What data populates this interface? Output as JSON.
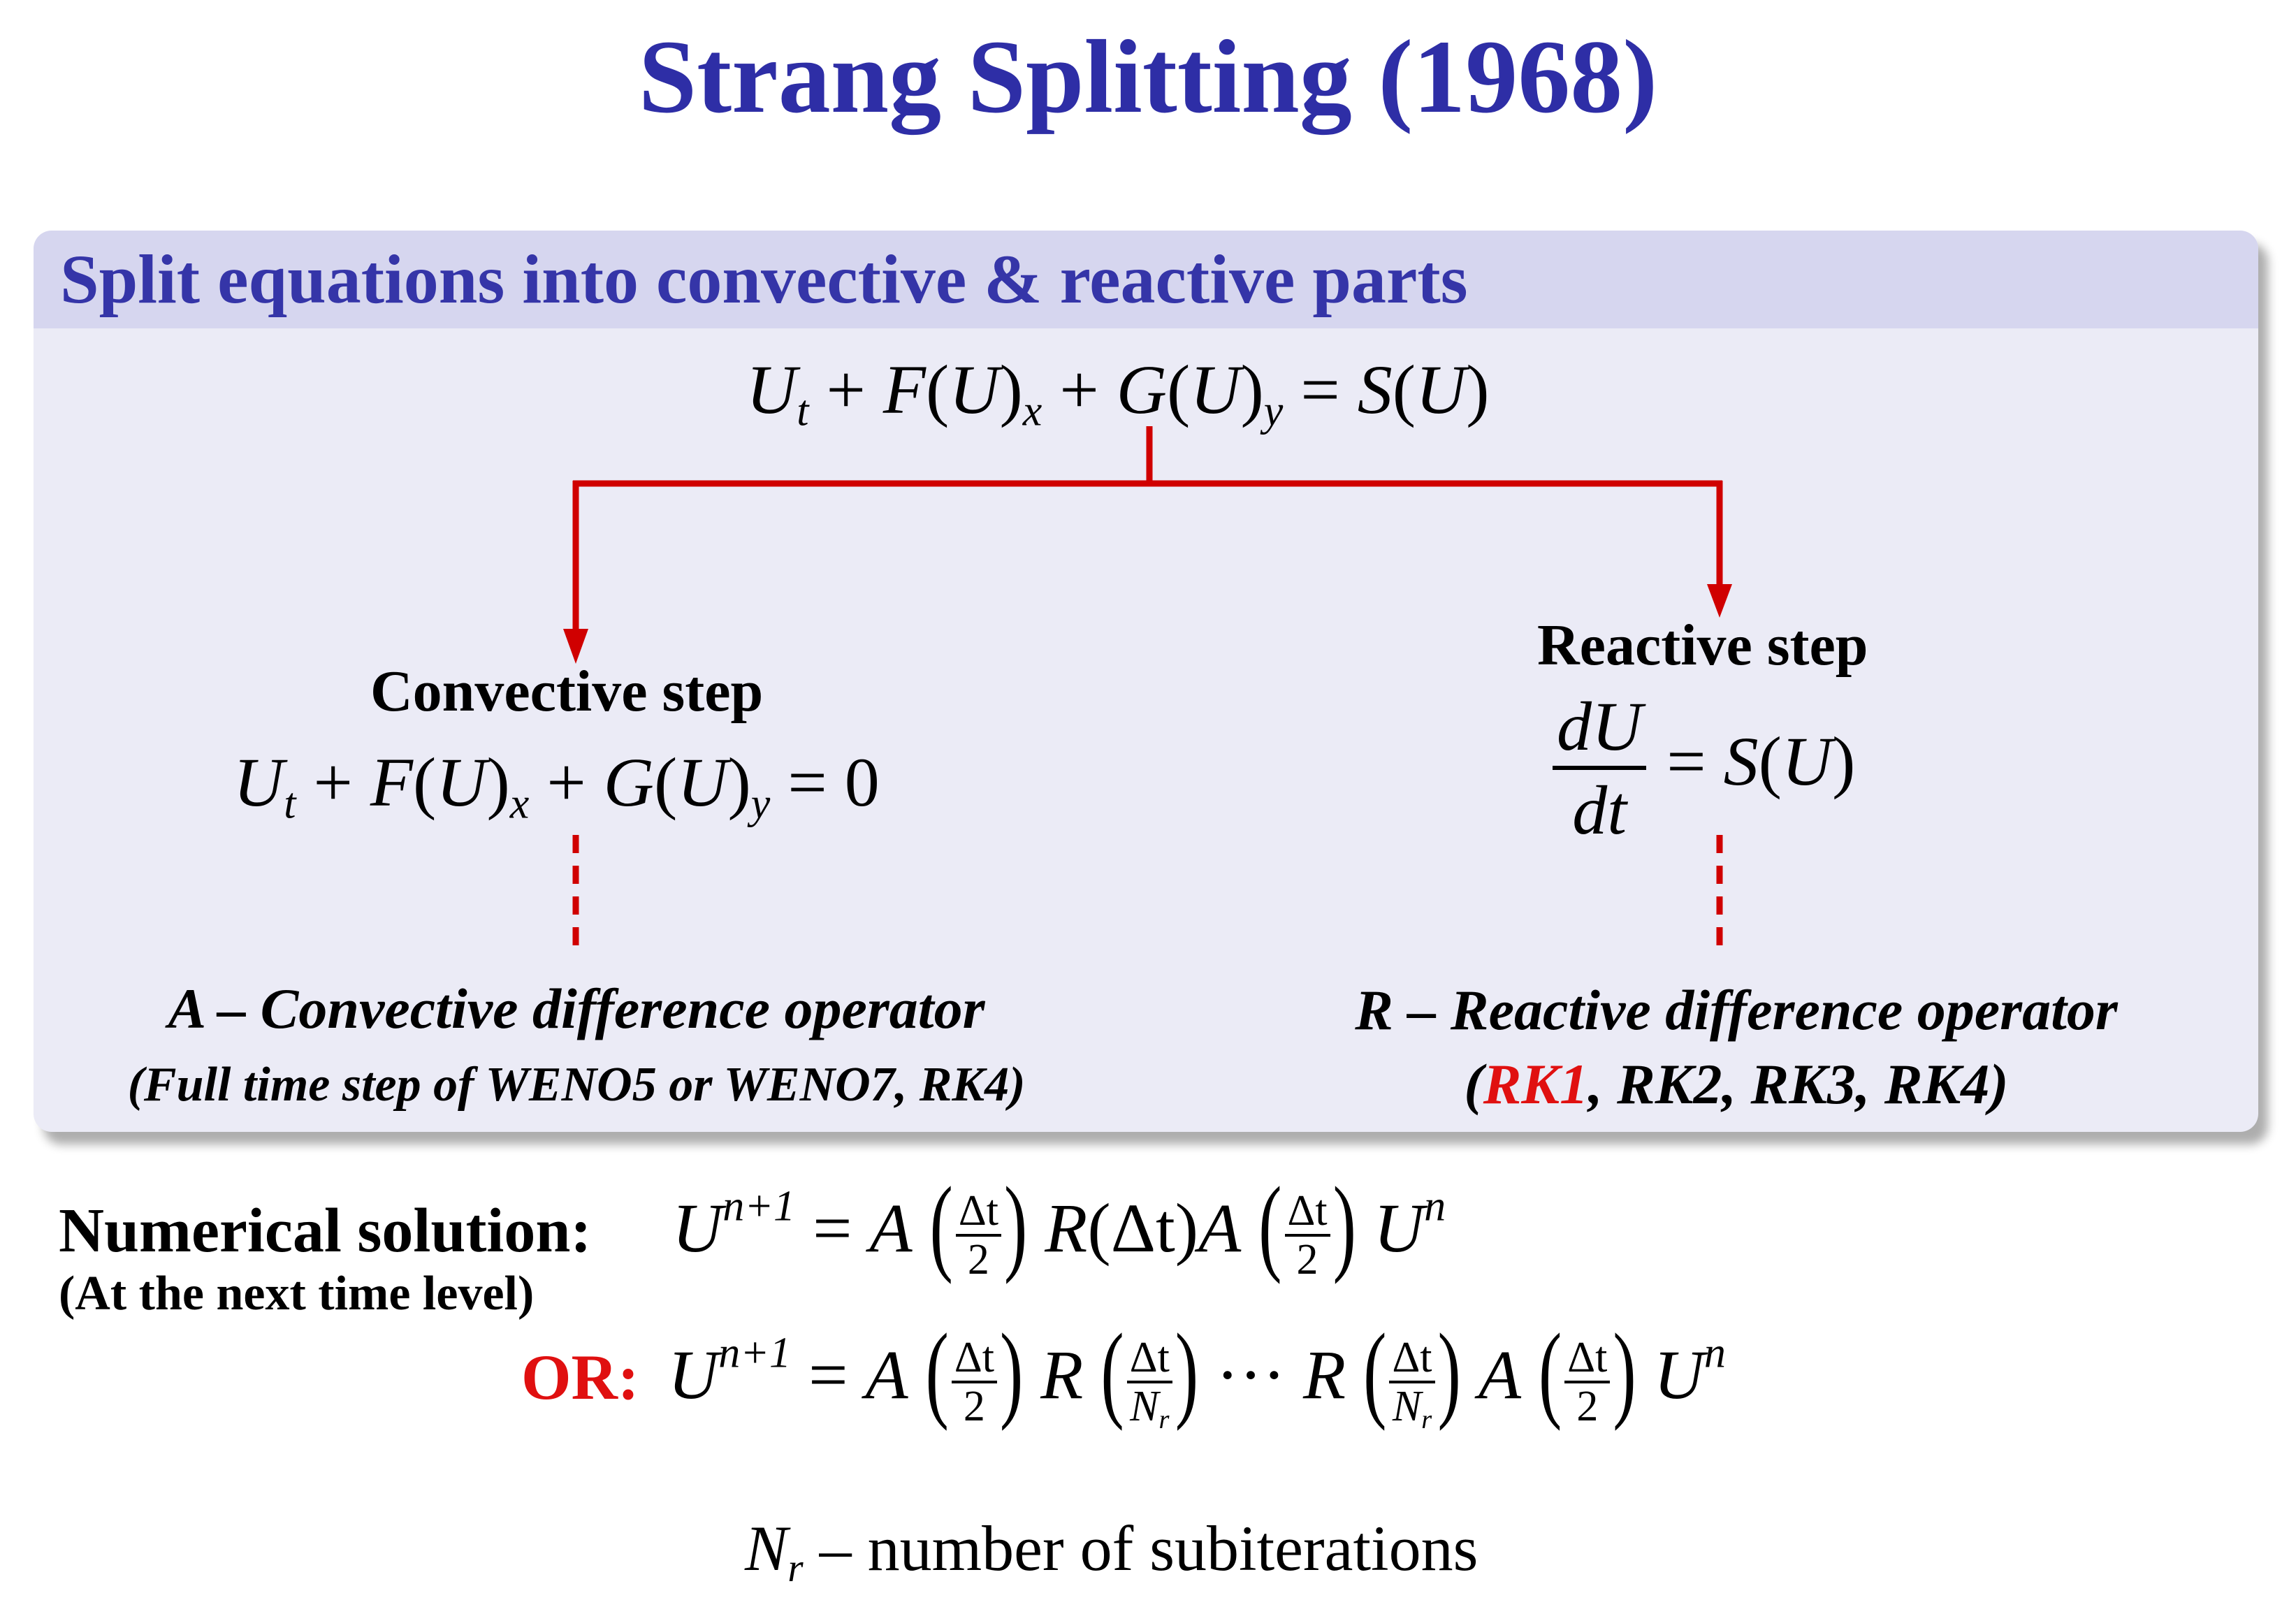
{
  "title": "Strang Splitting (1968)",
  "block": {
    "heading": "Split equations into convective & reactive parts",
    "main_equation": {
      "var": "U",
      "t_sub": "t",
      "plus": "+",
      "F": "F",
      "G": "G",
      "x_sub": "x",
      "y_sub": "y",
      "equals": "=",
      "S": "S"
    },
    "convective": {
      "label": "Convective step",
      "rhs": "0",
      "operator_title": "A – Convective difference operator",
      "operator_detail": "(Full time step of WENO5 or WENO7, RK4)"
    },
    "reactive": {
      "label": "Reactive step",
      "dU": "dU",
      "dt": "dt",
      "operator_title": "R – Reactive difference operator",
      "methods_open": "(",
      "methods_highlight": "RK1",
      "methods_rest": ", RK2, RK3, RK4)"
    }
  },
  "solution": {
    "label": "Numerical solution:",
    "sublabel": "(At the next time level)",
    "or_label": "OR:",
    "U": "U",
    "n_plus_1": "n+1",
    "n": "n",
    "A": "A",
    "R": "R",
    "delta_t": "Δt",
    "two": "2",
    "Nr_N": "N",
    "Nr_r": "r",
    "dots": "···",
    "arg_full": "(Δt)"
  },
  "footnote": {
    "symbol_N": "N",
    "symbol_r": "r",
    "text": " – number of subiterations"
  },
  "colors": {
    "title": "#2e2ea6",
    "heading": "#3535a8",
    "box_bg": "#ebebf6",
    "box_header_bg": "#d6d6ef",
    "arrow": "#d00000",
    "highlight": "#e01010"
  }
}
